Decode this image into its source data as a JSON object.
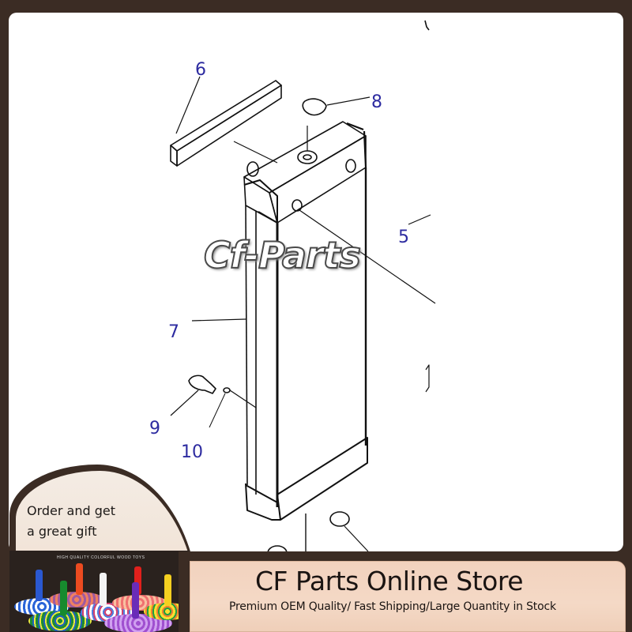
{
  "diagram": {
    "watermark": "Cf-Parts",
    "callouts": [
      {
        "label": "6"
      },
      {
        "label": "8"
      },
      {
        "label": "5"
      },
      {
        "label": "7"
      },
      {
        "label": "9"
      },
      {
        "label": "10"
      }
    ],
    "callout_color": "#2d2ba0"
  },
  "promo": {
    "gift_line1": "Order and get",
    "gift_line2": "a great gift",
    "toys_caption": "HIGH QUALITY COLORFUL WOOD TOYS"
  },
  "store": {
    "title": "CF Parts Online Store",
    "subtitle": "Premium OEM Quality/ Fast Shipping/Large Quantity in Stock"
  },
  "colors": {
    "frame": "#3b2c24",
    "banner": "#f2d2be"
  }
}
